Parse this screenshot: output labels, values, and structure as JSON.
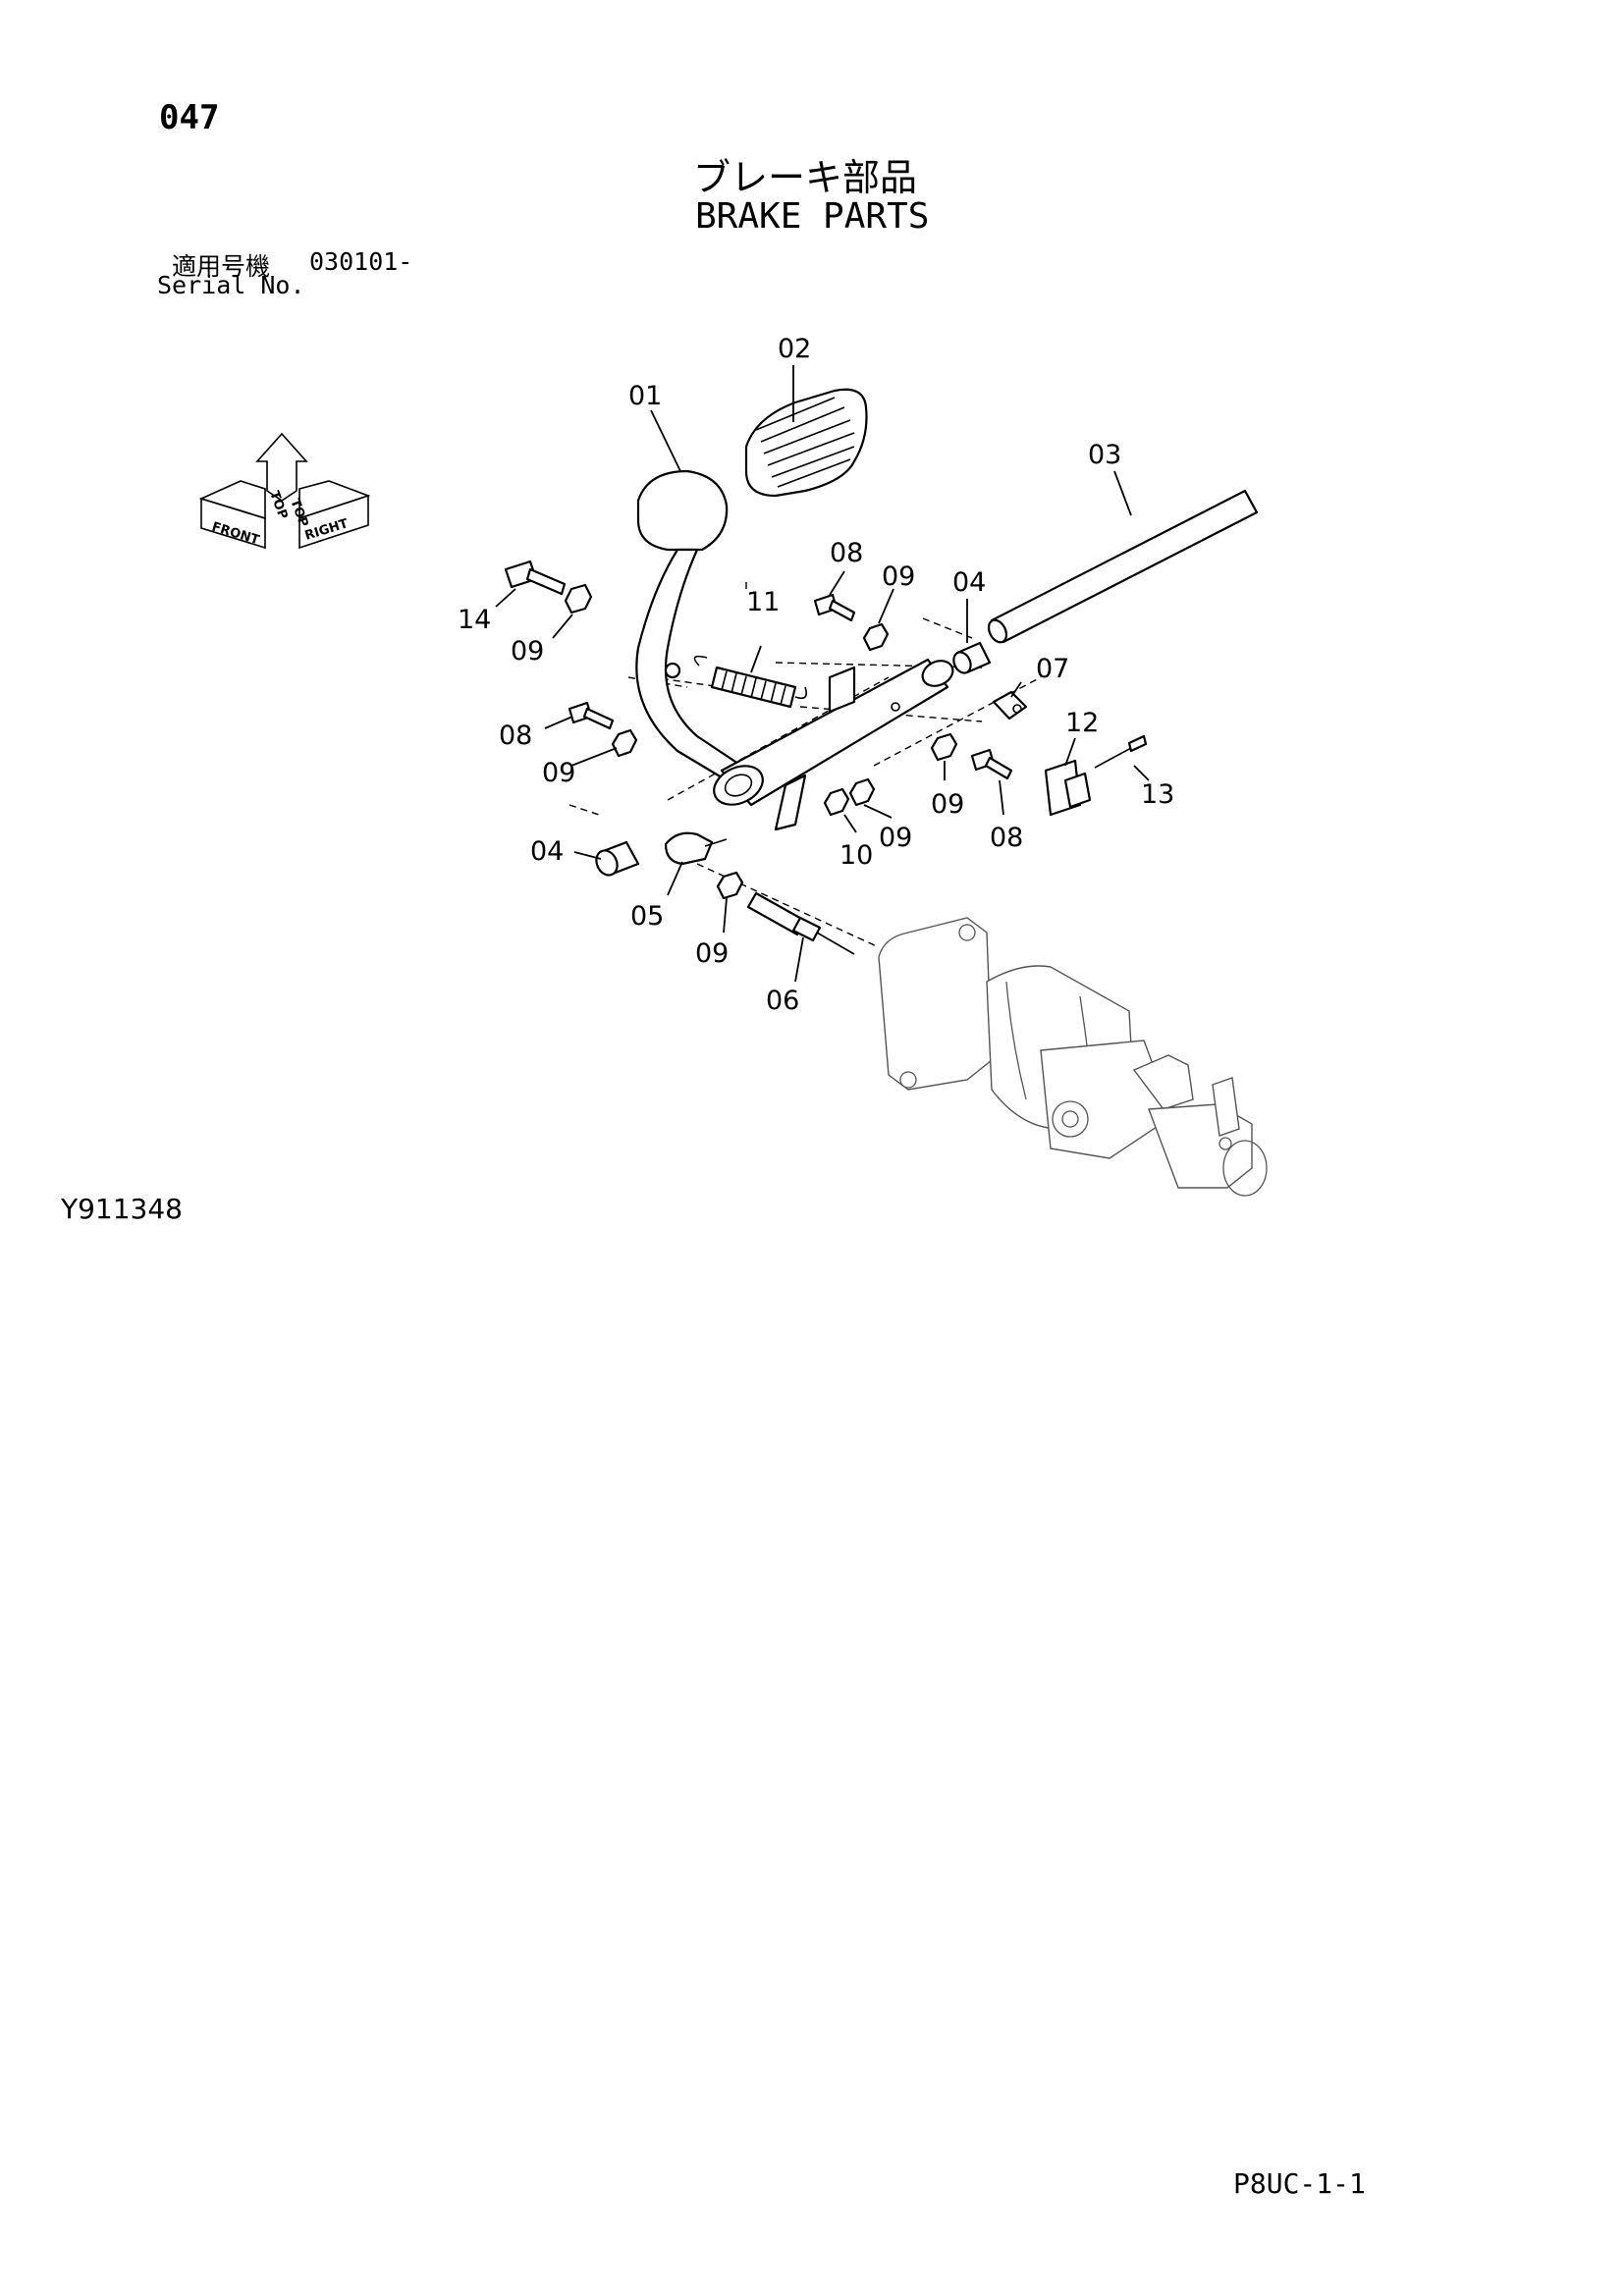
{
  "header": {
    "page_number": "047",
    "title_jp": "ブレーキ部品",
    "title_en": "BRAKE PARTS",
    "serial_label_jp": "適用号機",
    "serial_value": "030101-",
    "serial_label_en": "Serial No."
  },
  "orientation_marker": {
    "front": "FRONT",
    "top_left": "TOP",
    "top_right": "TOP",
    "right": "RIGHT"
  },
  "callouts": {
    "c01": "01",
    "c02": "02",
    "c03": "03",
    "c04a": "04",
    "c04b": "04",
    "c05": "05",
    "c06": "06",
    "c07": "07",
    "c08a": "08",
    "c08b": "08",
    "c08c": "08",
    "c09a": "09",
    "c09b": "09",
    "c09c": "09",
    "c09d": "09",
    "c09e": "09",
    "c09f": "09",
    "c10": "10",
    "c11": "11",
    "c12": "12",
    "c13": "13",
    "c14": "14"
  },
  "footer": {
    "figure_id": "Y911348",
    "page_code": "P8UC-1-1"
  }
}
